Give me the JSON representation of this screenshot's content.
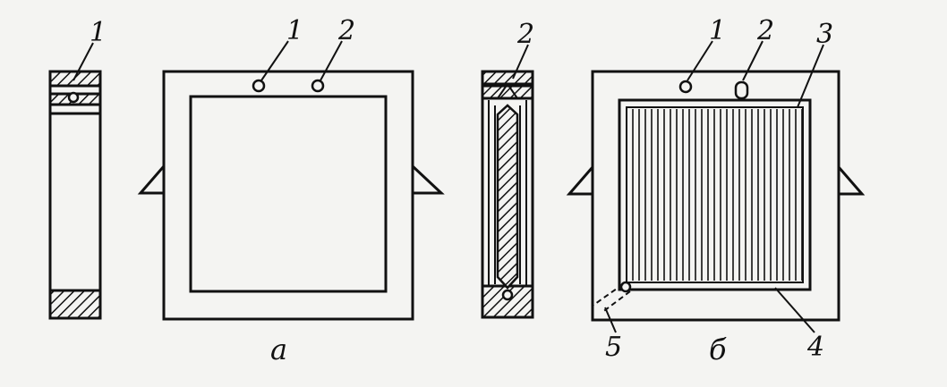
{
  "figure": {
    "captions": {
      "a": "а",
      "b": "б"
    },
    "labels": {
      "left_side_1": "1",
      "frame_1": "1",
      "frame_2": "2",
      "right_side_2": "2",
      "plate_1": "1",
      "plate_2": "2",
      "plate_3": "3",
      "plate_4": "4",
      "plate_5": "5"
    },
    "colors": {
      "ink": "#111111",
      "paper": "#f4f4f2"
    }
  }
}
